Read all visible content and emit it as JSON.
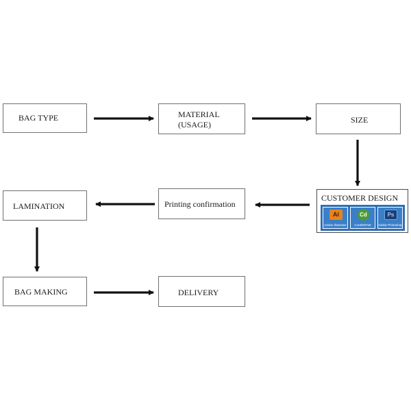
{
  "boxes": {
    "bag_type": "BAG TYPE",
    "material_line1": "MATERIAL",
    "material_line2": "(USAGE)",
    "size": "SIZE",
    "customer_design": "CUSTOMER DESIGN",
    "printing_confirmation": "Printing confirmation",
    "lamination": "LAMINATION",
    "bag_making": "BAG MAKING",
    "delivery": "DELIVERY"
  },
  "design_apps": [
    {
      "icon": "illustrator-icon",
      "glyph": "Ai",
      "caption": "Adobe Illustrator",
      "color": "#e8821e"
    },
    {
      "icon": "coreldraw-icon",
      "glyph": "Cd",
      "caption": "CorelDRAW",
      "color": "#4d9b34"
    },
    {
      "icon": "photoshop-icon",
      "glyph": "Ps",
      "caption": "Adobe Photoshop",
      "color": "#2f5fa0"
    }
  ],
  "colors": {
    "arrow": "#111111",
    "box_border": "#6f6f6f",
    "tile_bg": "#2d6fb8"
  }
}
